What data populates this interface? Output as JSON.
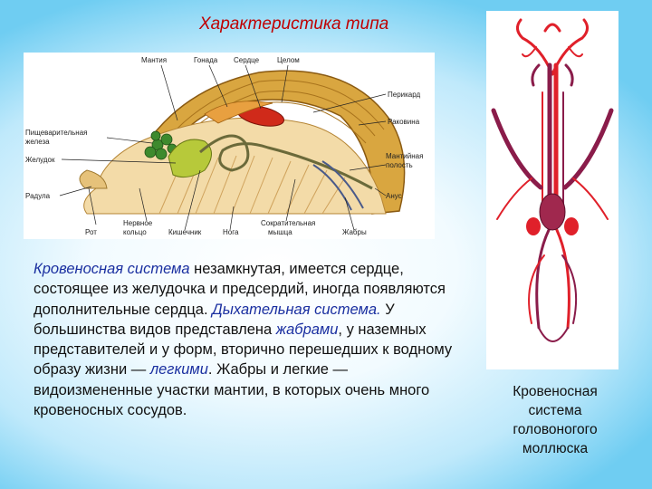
{
  "title": "Характеристика типа",
  "anatomy_labels": {
    "mantiya": "Мантия",
    "gonada": "Гонада",
    "serdtse": "Сердце",
    "tselom": "Целом",
    "perikard": "Перикард",
    "rakovina": "Раковина",
    "pischevar_1": "Пищеварительная",
    "pischevar_2": "железа",
    "zheludok": "Желудок",
    "mantiynaya_1": "Мантийная",
    "mantiynaya_2": "полость",
    "radula": "Радула",
    "anus": "Анус",
    "rot": "Рот",
    "nervnoe_1": "Нервное",
    "nervnoe_2": "кольцо",
    "kishechnik": "Кишечник",
    "noga": "Нога",
    "sokr_1": "Сократительная",
    "sokr_2": "мышца",
    "zhabry": "Жабры"
  },
  "body": {
    "term_circ": "Кровеносная система",
    "t1": " незамкнутая, имеется сердце, состоящее из желудочка и предсердий, иногда появляются дополнительные сердца. ",
    "term_resp": "Дыхательная система.",
    "t2": " У большинства видов представлена ",
    "term_gills": "жабрами",
    "t3": ", у наземных представителей и у форм, вторично перешедших к водному образу жизни — ",
    "term_lungs": "легкими",
    "t4": ". Жабры и легкие — видоизмененные участки мантии, в которых очень много кровеносных сосудов."
  },
  "caption": "Кровеносная система головоногого моллюска",
  "colors": {
    "title": "#c00000",
    "term": "#1a2fa0",
    "artery": "#e0202a",
    "vein": "#8a1c4a"
  }
}
